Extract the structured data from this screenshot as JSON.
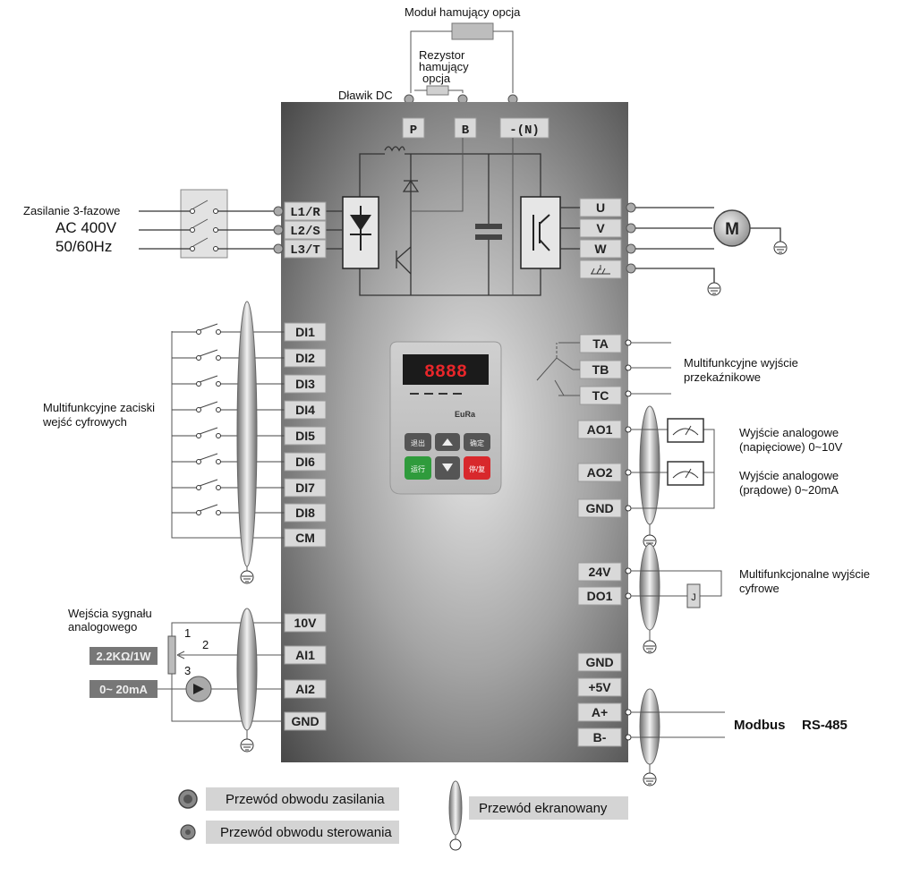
{
  "labels": {
    "braking_module": "Moduł hamujący opcja",
    "braking_resistor_line1": "Rezystor",
    "braking_resistor_line2": "hamujący",
    "braking_resistor_line3": "opcja",
    "dc_choke": "Dławik DC",
    "supply_line1": "Zasilanie 3-fazowe",
    "supply_line2": "AC 400V",
    "supply_line3": "50/60Hz",
    "digital_inputs_line1": "Multifunkcyjne zaciski",
    "digital_inputs_line2": "wejść cyfrowych",
    "relay_out_line1": "Multifunkcyjne wyjście",
    "relay_out_line2": "przekaźnikowe",
    "ao1_line1": "Wyjście analogowe",
    "ao1_line2": "(napięciowe) 0~10V",
    "ao2_line1": "Wyjście analogowe",
    "ao2_line2": "(prądowe) 0~20mA",
    "do_line1": "Multifunkcjonalne wyjście",
    "do_line2": "cyfrowe",
    "analog_in_line1": "Wejścia sygnału",
    "analog_in_line2": "analogowego",
    "pot_value": "2.2KΩ/1W",
    "current_source": "0~ 20mA",
    "modbus": "Modbus",
    "rs485": "RS-485",
    "motor": "M",
    "relay_j": "J"
  },
  "terminals": {
    "dc": [
      "P",
      "B",
      "-(N)"
    ],
    "power_in": [
      "L1/R",
      "L2/S",
      "L3/T"
    ],
    "motor_out": [
      "U",
      "V",
      "W"
    ],
    "digital_in": [
      "DI1",
      "DI2",
      "DI3",
      "DI4",
      "DI5",
      "DI6",
      "DI7",
      "DI8",
      "CM"
    ],
    "relay": [
      "TA",
      "TB",
      "TC"
    ],
    "analog_out": [
      "AO1",
      "AO2",
      "GND"
    ],
    "digital_out": [
      "24V",
      "DO1"
    ],
    "analog_in": [
      "10V",
      "AI1",
      "AI2",
      "GND"
    ],
    "comm": [
      "GND",
      "+5V",
      "A+",
      "B-"
    ]
  },
  "pot_pins": [
    "1",
    "2",
    "3"
  ],
  "keypad": {
    "display": "8888",
    "brand": "EuRa",
    "key_left": "退出",
    "key_right": "确定",
    "key_run": "运行",
    "key_stop": "停/复"
  },
  "legend": {
    "power_wire": "Przewód obwodu zasilania",
    "control_wire": "Przewód obwodu sterowania",
    "shielded_wire": "Przewód ekranowany"
  },
  "colors": {
    "panel_dark": "#2e2e2e",
    "panel_light": "#d8d8d8",
    "display_red": "#e8262a",
    "key_green": "#2f9b3c",
    "key_red": "#d8282c"
  }
}
